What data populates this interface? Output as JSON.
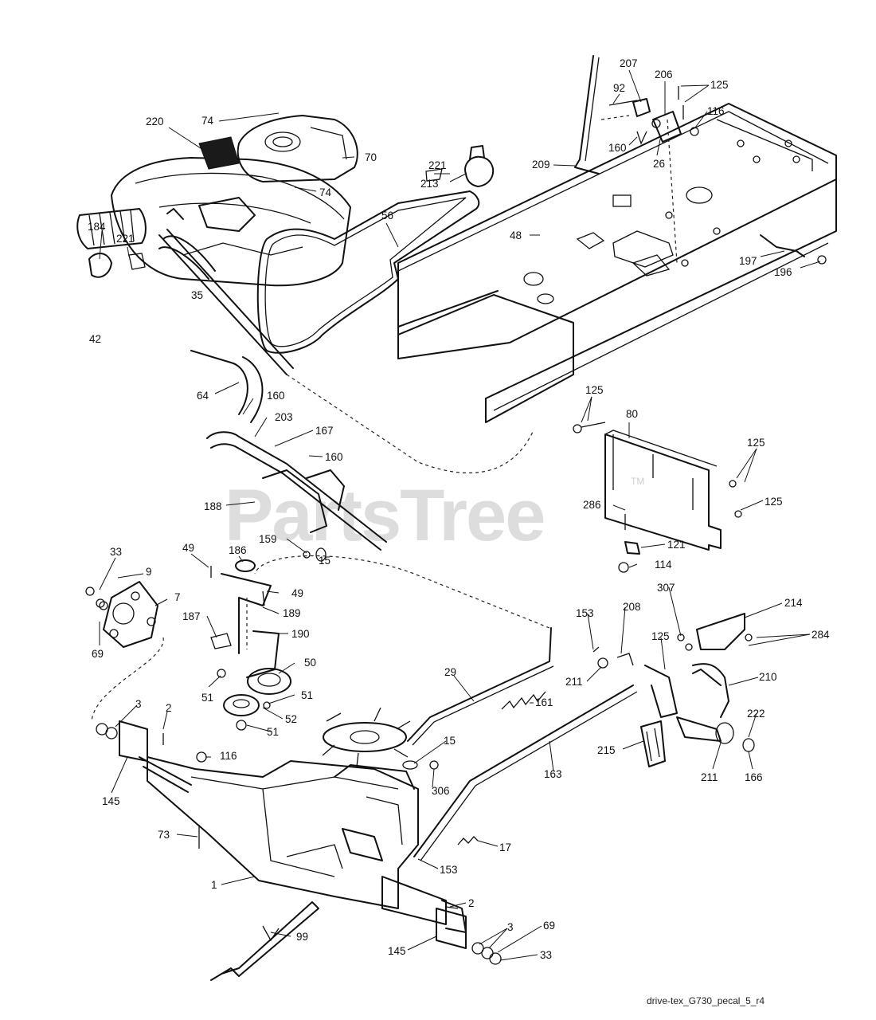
{
  "watermark": {
    "text": "PartsTree",
    "tm": "TM"
  },
  "footer_code": "drive-tex_G730_pecal_5_r4",
  "callouts": {
    "p220": "220",
    "p74a": "74",
    "p70": "70",
    "p74b": "74",
    "p184": "184",
    "p221a": "221",
    "p35": "35",
    "p42": "42",
    "p56": "56",
    "p221b": "221",
    "p213": "213",
    "p48": "48",
    "p209": "209",
    "p207": "207",
    "p92": "92",
    "p206": "206",
    "p125a": "125",
    "p116a": "116",
    "p160a": "160",
    "p26": "26",
    "p197": "197",
    "p196": "196",
    "p64": "64",
    "p160b": "160",
    "p203": "203",
    "p167": "167",
    "p160c": "160",
    "p188": "188",
    "p159": "159",
    "p15a": "15",
    "p125b": "125",
    "p80": "80",
    "p125c": "125",
    "p125d": "125",
    "p286": "286",
    "p121": "121",
    "p114": "114",
    "p33a": "33",
    "p9": "9",
    "p7": "7",
    "p69a": "69",
    "p49a": "49",
    "p186": "186",
    "p49b": "49",
    "p189": "189",
    "p187": "187",
    "p190": "190",
    "p50": "50",
    "p51a": "51",
    "p51b": "51",
    "p52": "52",
    "p51c": "51",
    "p3a": "3",
    "p2a": "2",
    "p116b": "116",
    "p145a": "145",
    "p73": "73",
    "p29": "29",
    "p161": "161",
    "p15b": "15",
    "p306": "306",
    "p153a": "153",
    "p208": "208",
    "p307": "307",
    "p214": "214",
    "p284": "284",
    "p125e": "125",
    "p211a": "211",
    "p210": "210",
    "p222": "222",
    "p163": "163",
    "p215": "215",
    "p211b": "211",
    "p166": "166",
    "p17": "17",
    "p153b": "153",
    "p1": "1",
    "p99": "99",
    "p2b": "2",
    "p3b": "3",
    "p69b": "69",
    "p145b": "145",
    "p33b": "33"
  }
}
